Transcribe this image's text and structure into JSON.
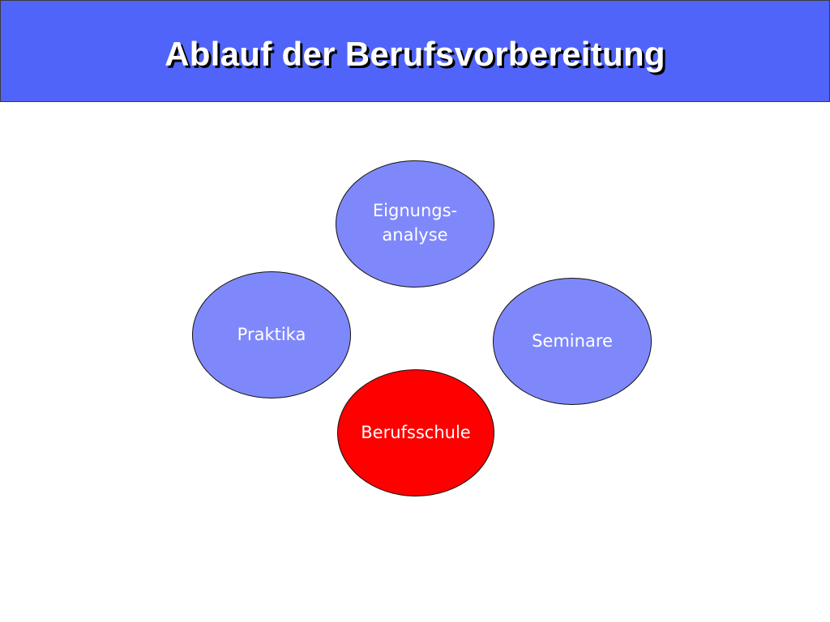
{
  "slide": {
    "title": "Ablauf der Berufsvorbereitung",
    "title_bar_color": "#5064FA",
    "nodes": [
      {
        "label": "Eignungs-\nanalyse",
        "fill": "#7F88FA"
      },
      {
        "label": "Praktika",
        "fill": "#7F88FA"
      },
      {
        "label": "Seminare",
        "fill": "#7F88FA"
      },
      {
        "label": "Berufsschule",
        "fill": "#FF0000"
      }
    ]
  }
}
